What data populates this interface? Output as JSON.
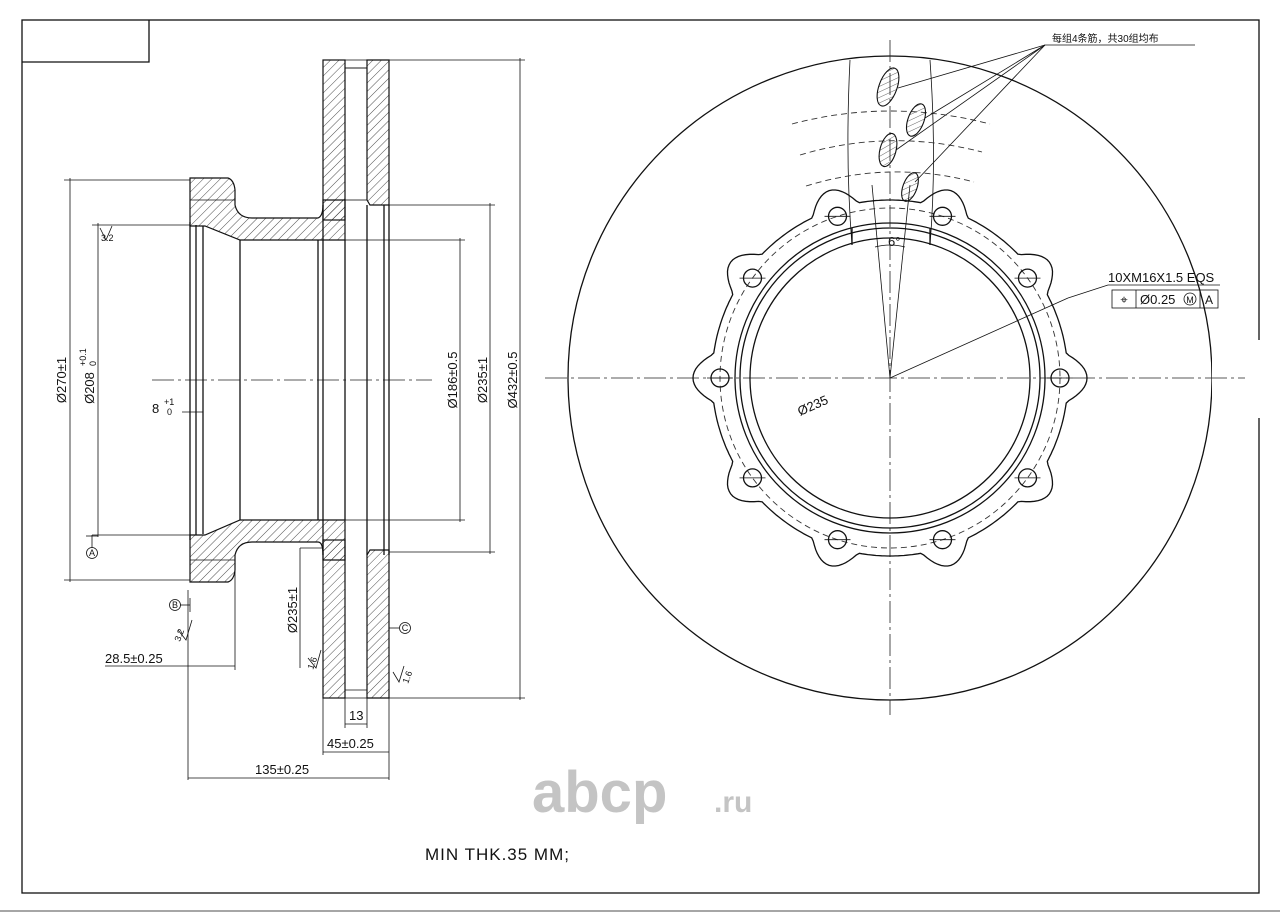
{
  "drawing": {
    "rib_note": "每组4条筋，共30组均布",
    "thread_spec": "10XM16X1.5 EQS",
    "fcf": {
      "symbol": "⌖",
      "tolerance": "Ø0.25",
      "modifier": "M",
      "datum": "A"
    },
    "angle_label": "6°",
    "pcd_label": "Ø235",
    "min_thickness": "MIN THK.35 MM;"
  },
  "dimensions": {
    "d270": "Ø270±1",
    "d208_base": "Ø208",
    "d208_tol_upper": "+0.1",
    "d208_tol_lower": "0",
    "d186": "Ø186±0.5",
    "d235_right": "Ø235±1",
    "d432": "Ø432±0.5",
    "d235_lower": "Ø235±1",
    "depth_8_base": "8",
    "depth_8_tol_upper": "+1",
    "depth_8_tol_lower": "0",
    "len_28_5": "28.5±0.25",
    "len_13": "13",
    "len_45": "45±0.25",
    "len_135": "135±0.25"
  },
  "datums": {
    "a": "A",
    "b": "B",
    "c": "C"
  },
  "surface_finish": {
    "s1": "3.2",
    "s2": "3.2",
    "s3": "1.6",
    "s4": "1.6"
  },
  "watermark": {
    "main": "abcp",
    "suffix": ".ru"
  }
}
